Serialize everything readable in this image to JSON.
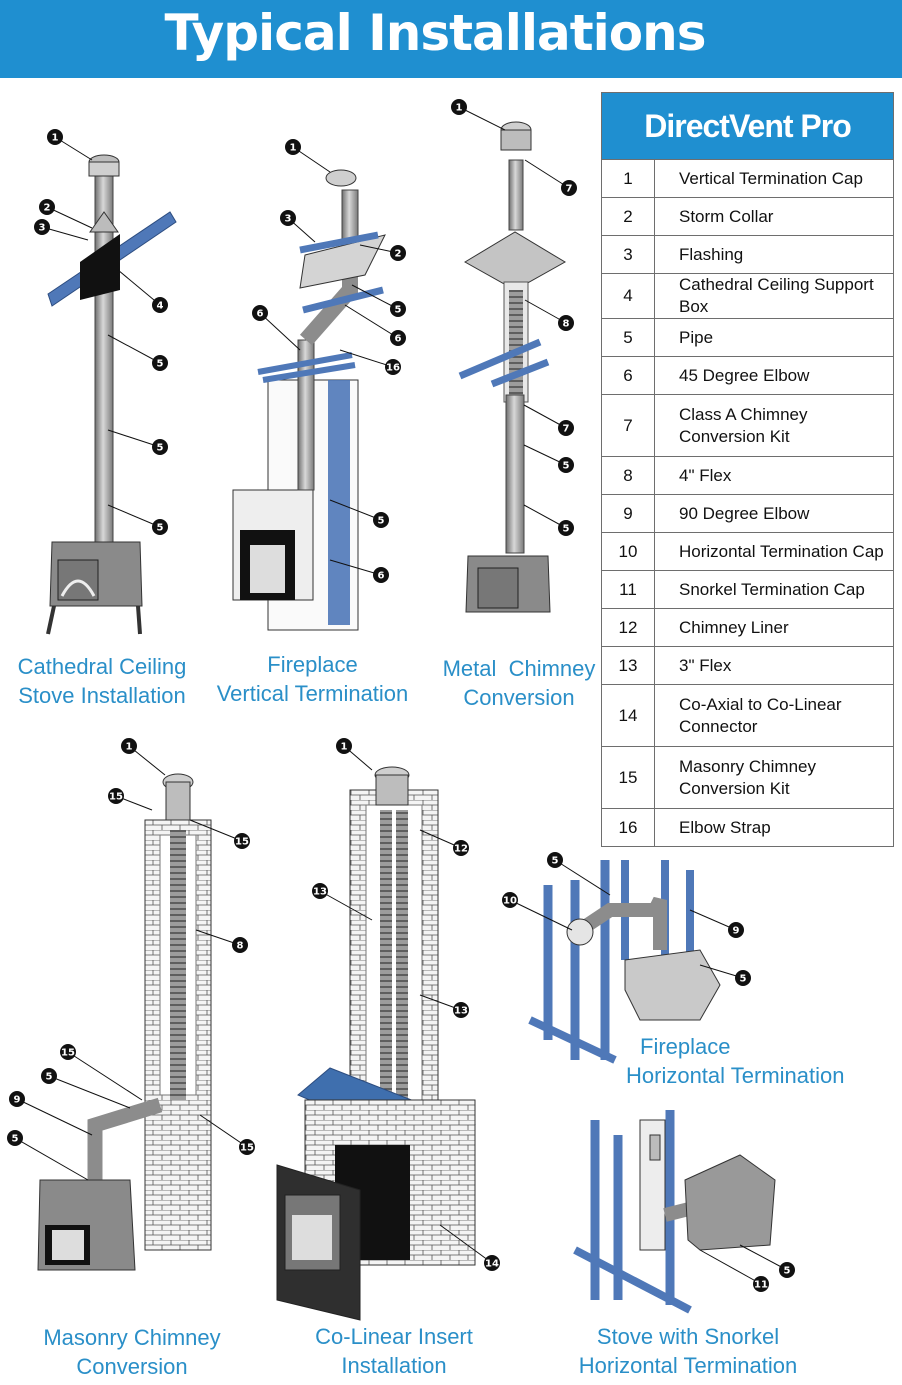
{
  "header": {
    "title": "Typical Installations"
  },
  "legend": {
    "title": "DirectVent Pro",
    "items": [
      {
        "num": "1",
        "label": "Vertical Termination Cap"
      },
      {
        "num": "2",
        "label": "Storm Collar"
      },
      {
        "num": "3",
        "label": "Flashing"
      },
      {
        "num": "4",
        "label": "Cathedral Ceiling Support Box"
      },
      {
        "num": "5",
        "label": "Pipe"
      },
      {
        "num": "6",
        "label": "45 Degree Elbow"
      },
      {
        "num": "7",
        "label": "Class A Chimney Conversion Kit"
      },
      {
        "num": "8",
        "label": "4\" Flex"
      },
      {
        "num": "9",
        "label": "90 Degree Elbow"
      },
      {
        "num": "10",
        "label": "Horizontal Termination Cap"
      },
      {
        "num": "11",
        "label": "Snorkel Termination Cap"
      },
      {
        "num": "12",
        "label": "Chimney Liner"
      },
      {
        "num": "13",
        "label": "3\" Flex"
      },
      {
        "num": "14",
        "label": "Co-Axial to Co-Linear Connector"
      },
      {
        "num": "15",
        "label": "Masonry Chimney Conversion Kit"
      },
      {
        "num": "16",
        "label": "Elbow Strap"
      }
    ]
  },
  "captions": {
    "cathedral": {
      "line1": "Cathedral Ceiling",
      "line2": "Stove Installation"
    },
    "fireplace_vertical": {
      "line1": "Fireplace",
      "line2": "Vertical Termination"
    },
    "metal_chimney": {
      "line1": "Metal  Chimney",
      "line2": "Conversion"
    },
    "masonry": {
      "line1": "Masonry Chimney",
      "line2": "Conversion"
    },
    "colinear": {
      "line1": "Co-Linear Insert",
      "line2": "Installation"
    },
    "fireplace_horizontal": {
      "line1": "Fireplace",
      "line2": "Horizontal Termination"
    },
    "snorkel": {
      "line1": "Stove with Snorkel",
      "line2": "Horizontal Termination"
    }
  },
  "colors": {
    "banner": "#1f8fd0",
    "caption": "#2a8fc8",
    "framing": "#4f78b8",
    "pipe": "#9a9a9a",
    "brick": "#f2f2f2"
  },
  "callouts": [
    {
      "n": "1"
    },
    {
      "n": "2"
    },
    {
      "n": "3"
    },
    {
      "n": "4"
    },
    {
      "n": "5"
    },
    {
      "n": "5"
    },
    {
      "n": "5"
    },
    {
      "n": "1"
    },
    {
      "n": "3"
    },
    {
      "n": "2"
    },
    {
      "n": "5"
    },
    {
      "n": "6"
    },
    {
      "n": "6"
    },
    {
      "n": "16"
    },
    {
      "n": "5"
    },
    {
      "n": "6"
    },
    {
      "n": "1"
    },
    {
      "n": "7"
    },
    {
      "n": "8"
    },
    {
      "n": "7"
    },
    {
      "n": "5"
    },
    {
      "n": "5"
    },
    {
      "n": "1"
    },
    {
      "n": "15"
    },
    {
      "n": "15"
    },
    {
      "n": "8"
    },
    {
      "n": "15"
    },
    {
      "n": "5"
    },
    {
      "n": "9"
    },
    {
      "n": "5"
    },
    {
      "n": "15"
    },
    {
      "n": "1"
    },
    {
      "n": "12"
    },
    {
      "n": "13"
    },
    {
      "n": "13"
    },
    {
      "n": "14"
    },
    {
      "n": "5"
    },
    {
      "n": "10"
    },
    {
      "n": "9"
    },
    {
      "n": "5"
    },
    {
      "n": "5"
    },
    {
      "n": "11"
    }
  ]
}
